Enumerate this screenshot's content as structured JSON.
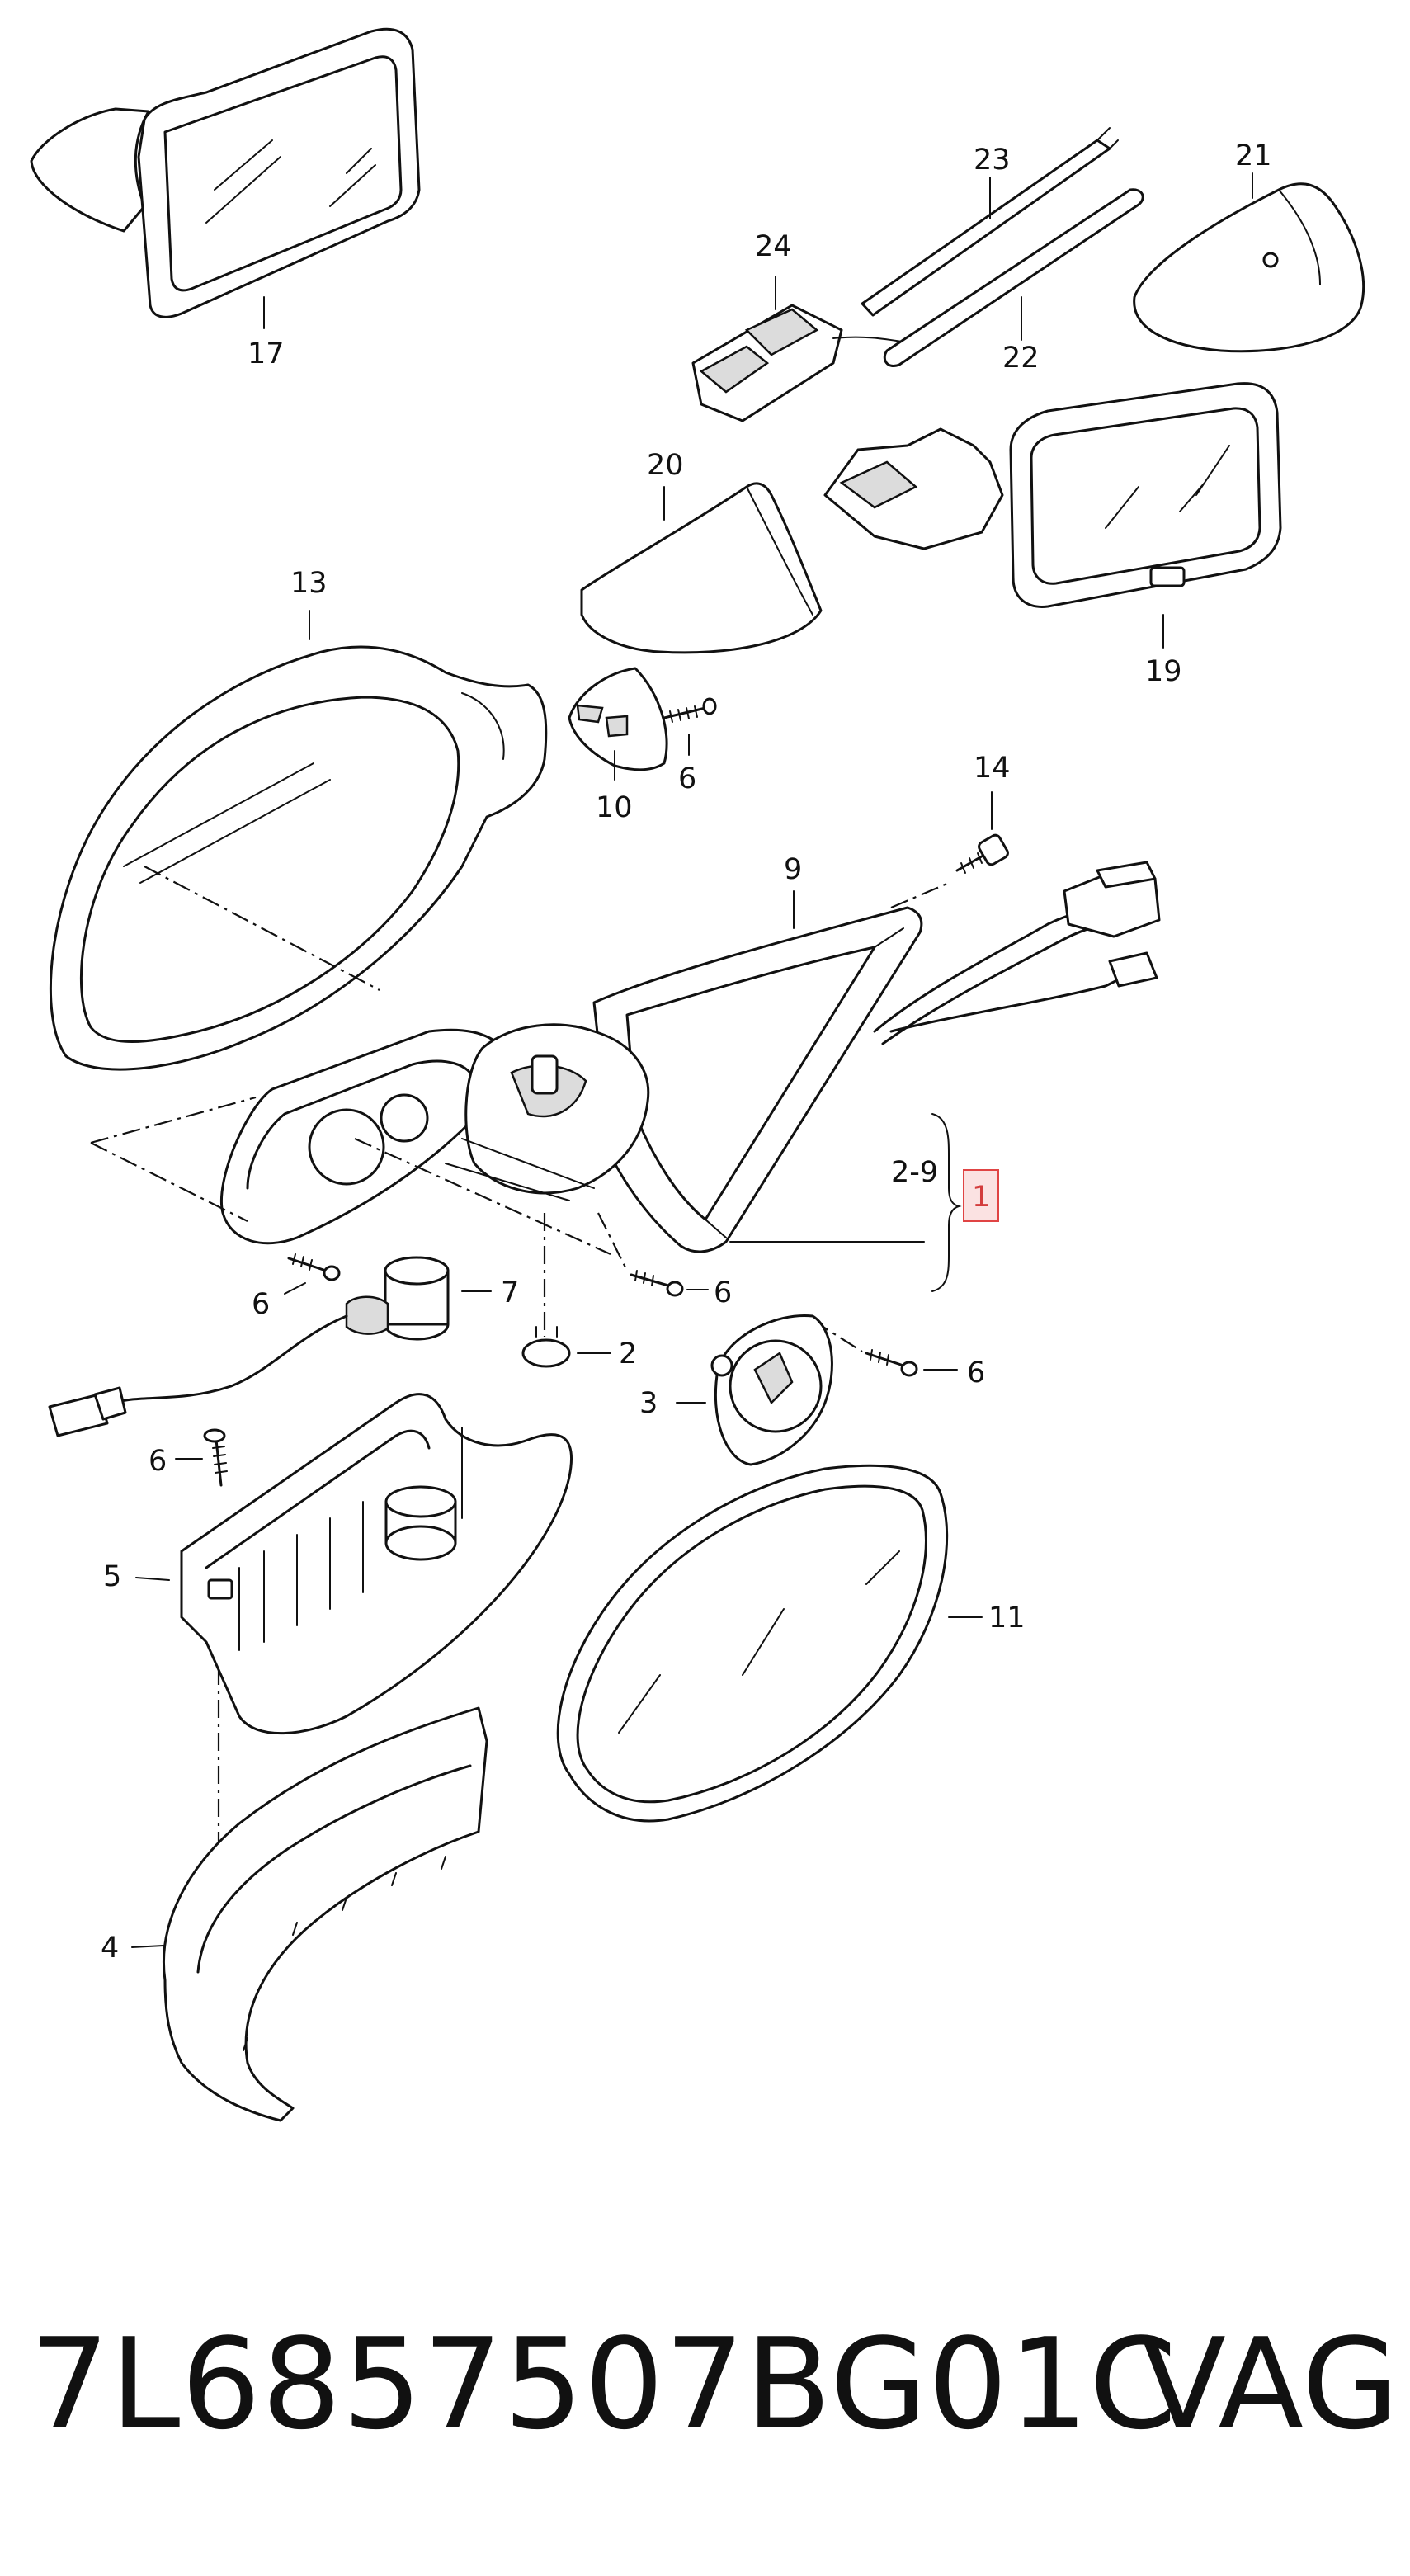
{
  "diagram": {
    "labels": {
      "p1": "1",
      "p2": "2",
      "p3": "3",
      "p4": "4",
      "p5": "5",
      "p6a": "6",
      "p6b": "6",
      "p6c": "6",
      "p6d": "6",
      "p6e": "6",
      "p7": "7",
      "p9": "9",
      "p10": "10",
      "p11": "11",
      "p13": "13",
      "p14": "14",
      "p17": "17",
      "p19": "19",
      "p20": "20",
      "p21": "21",
      "p22": "22",
      "p23": "23",
      "p24": "24",
      "range": "2-9"
    },
    "highlight_color": "#d33c3c"
  },
  "footer": {
    "part_number": "7L6857507BG01C",
    "brand": "VAG"
  }
}
